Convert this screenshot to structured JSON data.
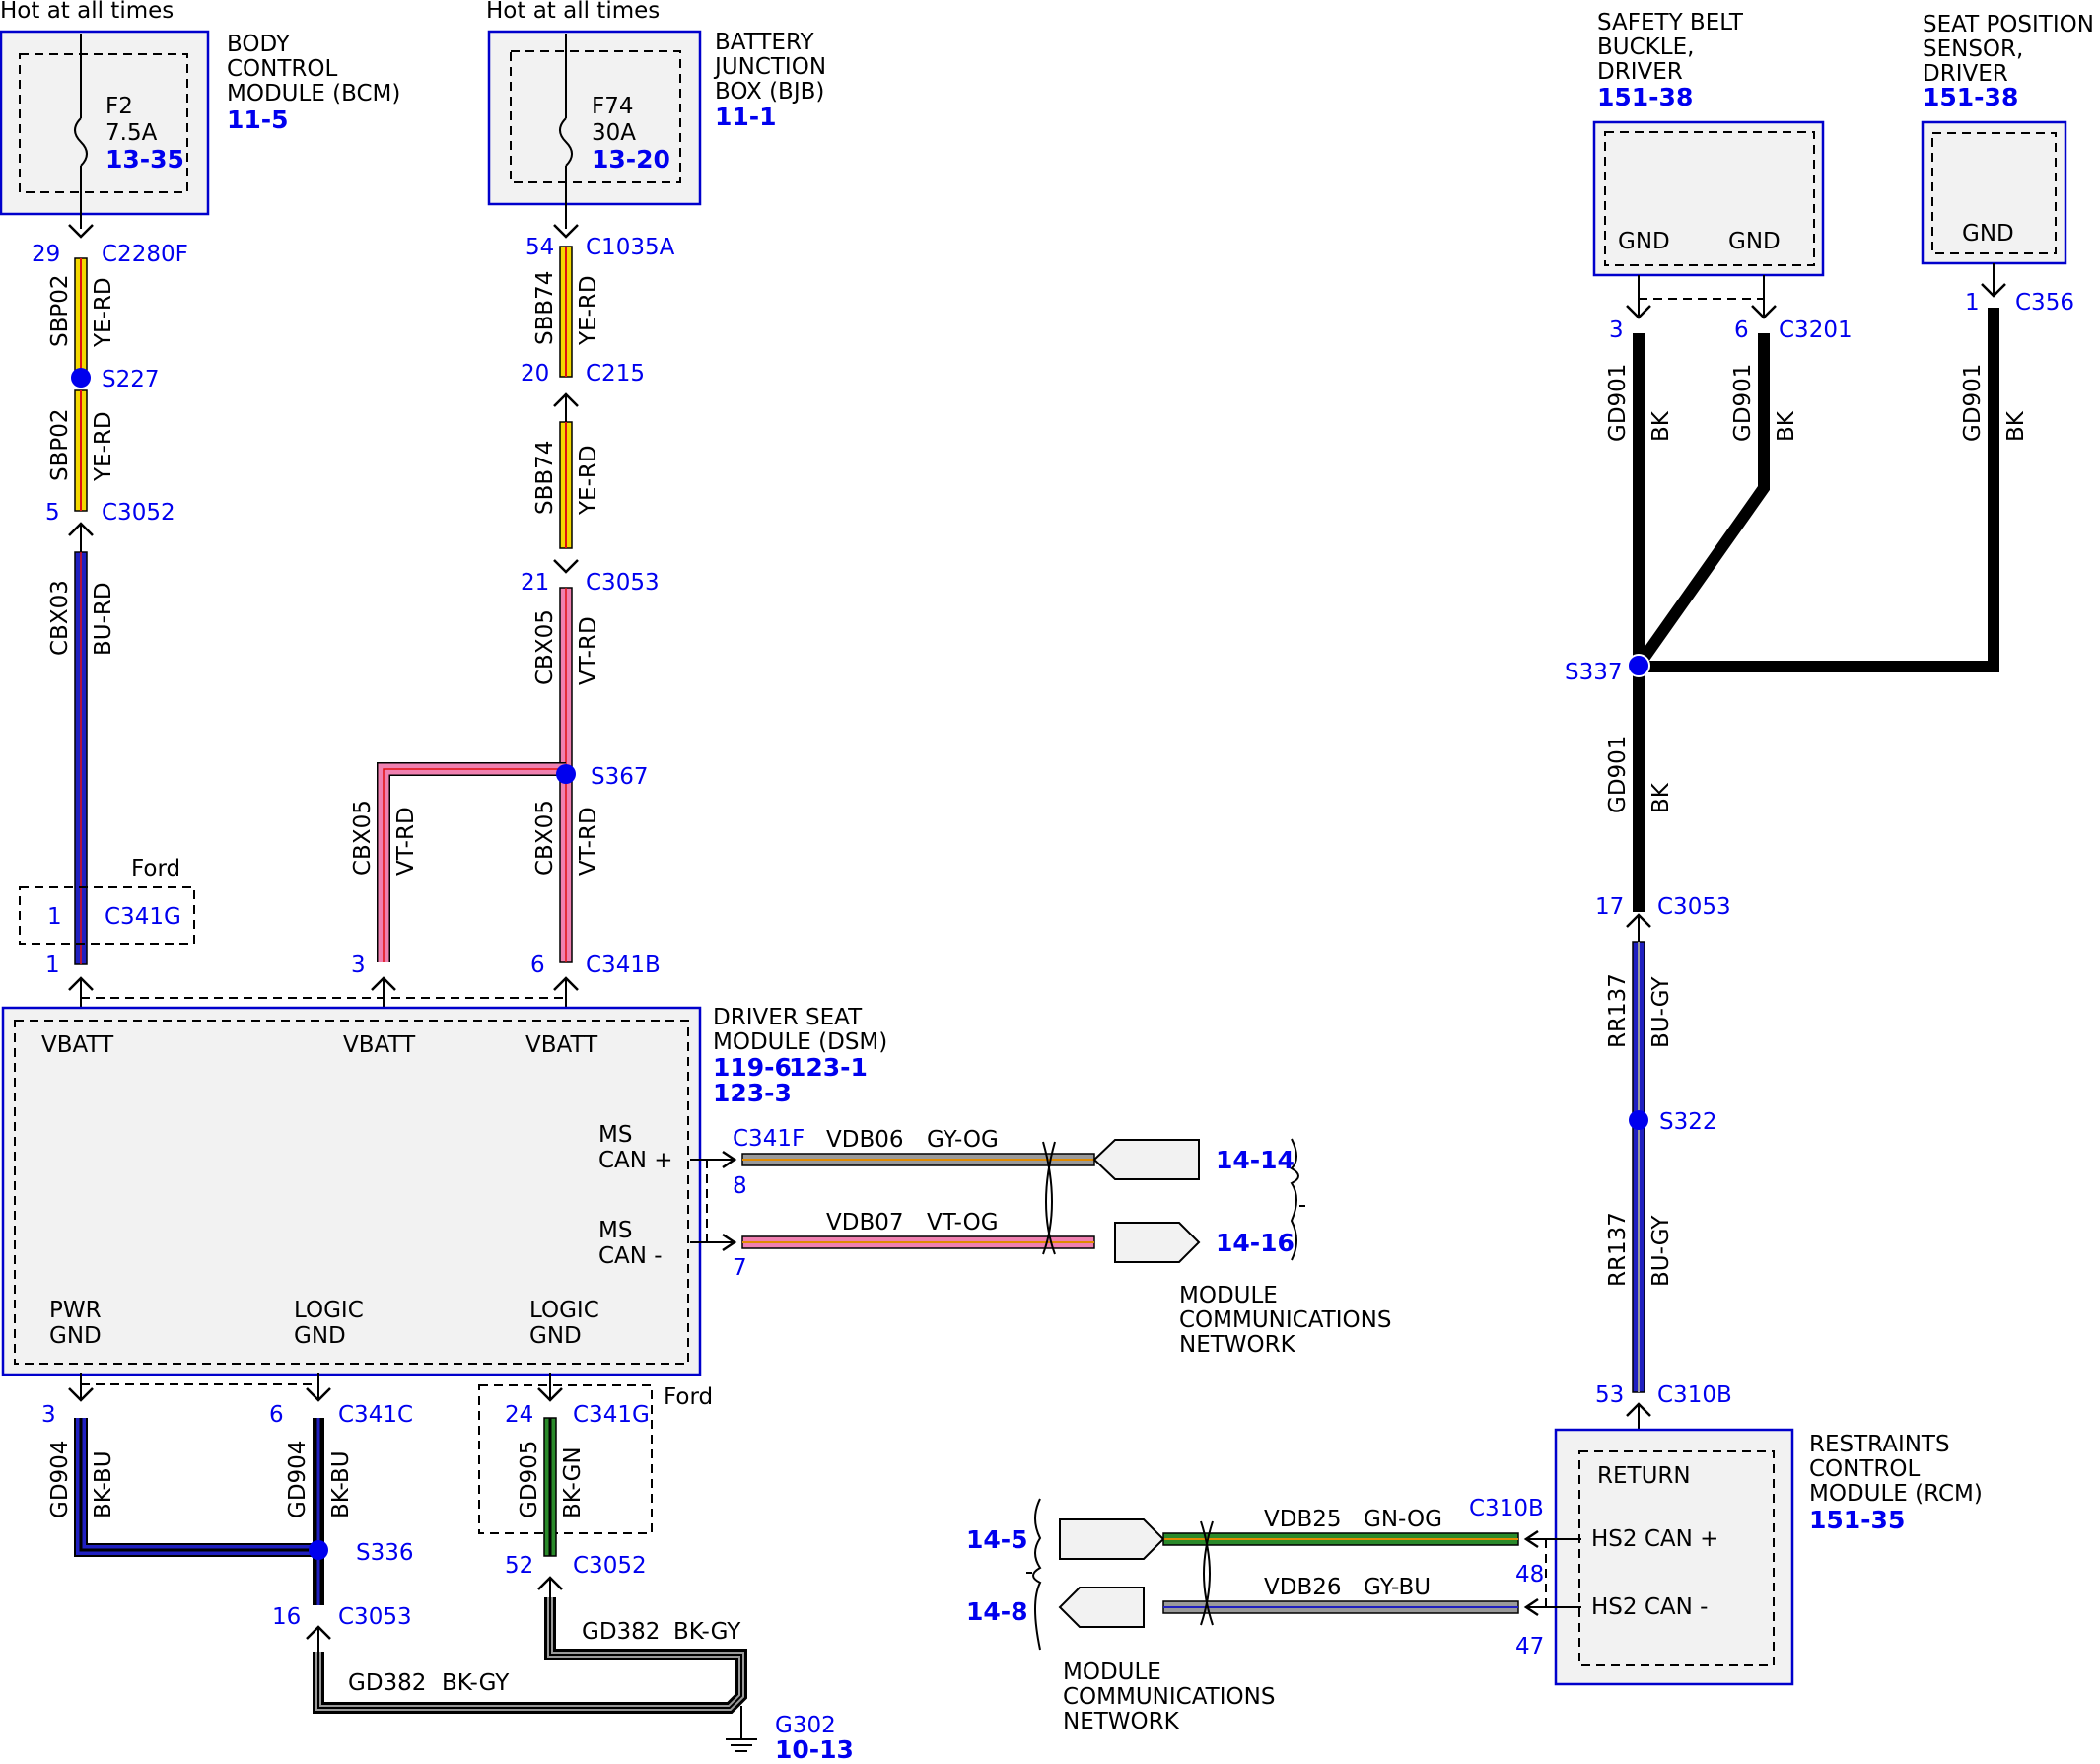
{
  "colors": {
    "blue": "#0000ee",
    "box_fill": "#f2f2f2",
    "box_stroke": "#0000cc",
    "yellow": "#f4d800",
    "red": "#e01010",
    "blue_wire": "#2020c0",
    "pink": "#f080b0",
    "green": "#2a8a2a",
    "gray": "#9a9a9a",
    "orange": "#e08a00",
    "black": "#000000"
  },
  "hot": {
    "bcm": "Hot at all times",
    "bjb": "Hot at all times"
  },
  "bcm": {
    "l1": "BODY",
    "l2": "CONTROL",
    "l3": "MODULE (BCM)",
    "ref": "11-5",
    "fuse": "F2",
    "amp": "7.5A",
    "fref": "13-35"
  },
  "bjb": {
    "l1": "BATTERY",
    "l2": "JUNCTION",
    "l3": "BOX (BJB)",
    "ref": "11-1",
    "fuse": "F74",
    "amp": "30A",
    "fref": "13-20"
  },
  "belt": {
    "l1": "SAFETY BELT",
    "l2": "BUCKLE,",
    "l3": "DRIVER",
    "ref": "151-38",
    "gnd1": "GND",
    "gnd2": "GND"
  },
  "seatpos": {
    "l1": "SEAT POSITION",
    "l2": "SENSOR,",
    "l3": "DRIVER",
    "ref": "151-38",
    "gnd": "GND"
  },
  "dsm": {
    "l1": "DRIVER SEAT",
    "l2": "MODULE (DSM)",
    "ref1": "119-6",
    "ref2": "123-1",
    "ref3": "123-3",
    "vbatt1": "VBATT",
    "vbatt2": "VBATT",
    "vbatt3": "VBATT",
    "ms1": "MS",
    "canp": "CAN +",
    "ms2": "MS",
    "canm": "CAN -",
    "pwr": "PWR",
    "gnd1": "GND",
    "logic1": "LOGIC",
    "gnd2": "GND",
    "logic2": "LOGIC",
    "gnd3": "GND"
  },
  "rcm": {
    "l1": "RESTRAINTS",
    "l2": "CONTROL",
    "l3": "MODULE (RCM)",
    "ref": "151-35",
    "ret": "RETURN",
    "hs2p": "HS2 CAN +",
    "hs2m": "HS2 CAN -"
  },
  "mcn": {
    "l1": "MODULE",
    "l2": "COMMUNICATIONS",
    "l3": "NETWORK"
  },
  "pins": {
    "p29": "29",
    "p5": "5",
    "p54": "54",
    "p20": "20",
    "p21": "21",
    "p1a": "1",
    "p1b": "1",
    "p3": "3",
    "p6": "6",
    "p8": "8",
    "p7": "7",
    "pg3": "3",
    "pg6": "6",
    "p24": "24",
    "p16": "16",
    "p52": "52",
    "pb3": "3",
    "pb6": "6",
    "ps1": "1",
    "p17": "17",
    "p53": "53",
    "p48": "48",
    "p47": "47"
  },
  "conn": {
    "c2280f": "C2280F",
    "c3052a": "C3052",
    "c1035a": "C1035A",
    "c215": "C215",
    "c3053a": "C3053",
    "c341g_top": "C341G",
    "c341b": "C341B",
    "c341f": "C341F",
    "c341c": "C341C",
    "c341g_bot": "C341G",
    "c3053b": "C3053",
    "c3052b": "C3052",
    "c3201": "C3201",
    "c356": "C356",
    "c3053c": "C3053",
    "c310b_top": "C310B",
    "c310b_can": "C310B",
    "ford1": "Ford",
    "ford2": "Ford"
  },
  "splices": {
    "s227": "S227",
    "s367": "S367",
    "s336": "S336",
    "s337": "S337",
    "s322": "S322"
  },
  "wires": {
    "sbp02a": "SBP02",
    "yerd1": "YE-RD",
    "sbp02b": "SBP02",
    "yerd2": "YE-RD",
    "cbx03": "CBX03",
    "burd": "BU-RD",
    "sbb74a": "SBB74",
    "yerd3": "YE-RD",
    "sbb74b": "SBB74",
    "yerd4": "YE-RD",
    "cbx05a": "CBX05",
    "vtrd1": "VT-RD",
    "cbx05b": "CBX05",
    "vtrd2": "VT-RD",
    "cbx05c": "CBX05",
    "vtrd3": "VT-RD",
    "vdb06": "VDB06",
    "gyog": "GY-OG",
    "vdb07": "VDB07",
    "vtog": "VT-OG",
    "gd904a": "GD904",
    "bkbu1": "BK-BU",
    "gd904b": "GD904",
    "bkbu2": "BK-BU",
    "gd905": "GD905",
    "bkgn": "BK-GN",
    "gd382a": "GD382",
    "bkgy1": "BK-GY",
    "gd382b": "GD382",
    "bkgy2": "BK-GY",
    "gd901a": "GD901",
    "bk1": "BK",
    "gd901b": "GD901",
    "bk2": "BK",
    "gd901c": "GD901",
    "bk3": "BK",
    "gd901d": "GD901",
    "bk4": "BK",
    "rr137a": "RR137",
    "bugy1": "BU-GY",
    "rr137b": "RR137",
    "bugy2": "BU-GY",
    "vdb25": "VDB25",
    "gnog": "GN-OG",
    "vdb26": "VDB26",
    "gybu": "GY-BU"
  },
  "refs": {
    "r1414": "14-14",
    "r1416": "14-16",
    "r145": "14-5",
    "r148": "14-8"
  },
  "ground": {
    "name": "G302",
    "ref": "10-13"
  }
}
